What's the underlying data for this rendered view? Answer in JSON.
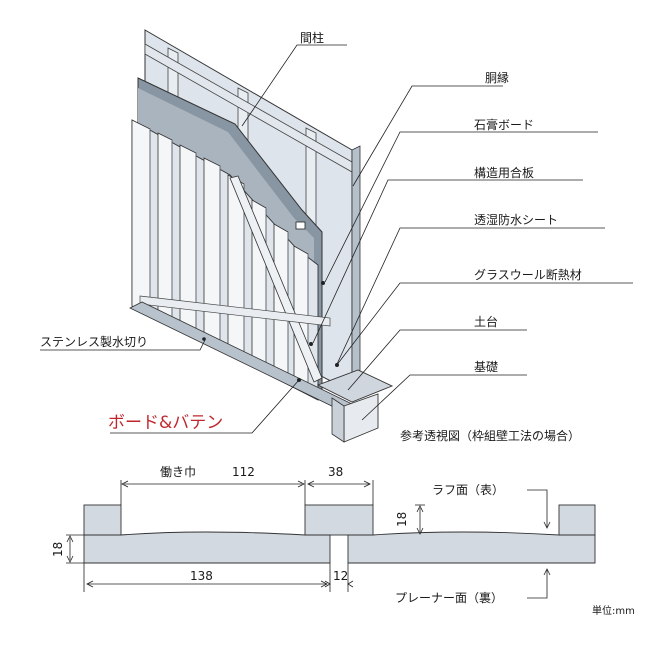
{
  "labels": {
    "mabashira": "間柱",
    "dobuchi": "胴縁",
    "sekko_board": "石膏ボード",
    "kozo_gohan": "構造用合板",
    "toshitsu_sheet": "透湿防水シート",
    "glasswool": "グラスウール断熱材",
    "dodai": "土台",
    "kiso": "基礎",
    "mizukiri": "ステンレス製水切り",
    "board_batten": "ボード&バテン",
    "caption": "参考透視図（枠組壁工法の場合）"
  },
  "section": {
    "width_label": "働き巾",
    "width_value": "112",
    "batten_width": "38",
    "batten_height": "18",
    "board_height": "18",
    "board_width": "138",
    "gap": "12",
    "rough_face": "ラフ面（表）",
    "planer_face": "プレーナー面（裏）",
    "unit": "単位:mm"
  },
  "colors": {
    "wall_fill": "#d5dde6",
    "sheet_dark": "#7f8c99",
    "wood_fill": "#d3d9e0",
    "accent_red": "#c0272d"
  }
}
